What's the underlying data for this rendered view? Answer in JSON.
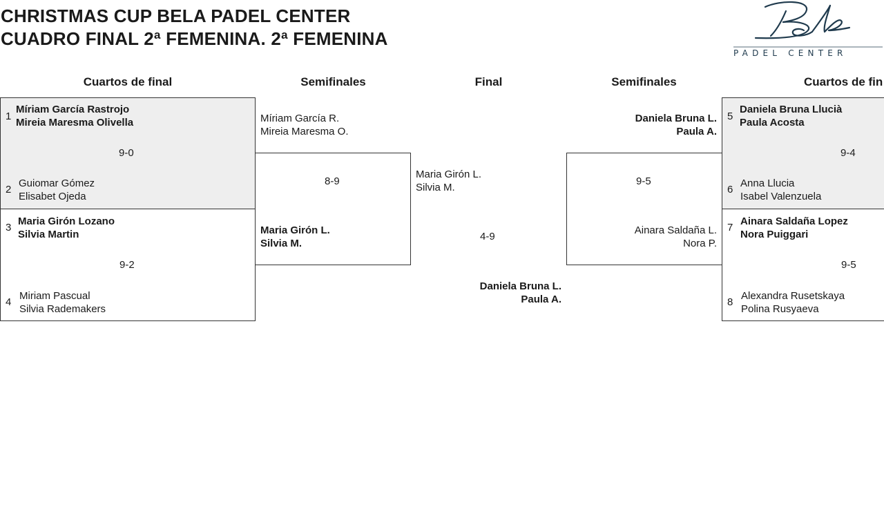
{
  "header": {
    "line1": "CHRISTMAS CUP BELA PADEL CENTER",
    "line2": "CUADRO FINAL 2ª FEMENINA. 2ª FEMENINA",
    "logo_script": "Bela",
    "logo_sub": "PADEL CENTER"
  },
  "columns": {
    "qf_left": "Cuartos de final",
    "sf_left": "Semifinales",
    "final": "Final",
    "sf_right": "Semifinales",
    "qf_right": "Cuartos de fin"
  },
  "quarterfinals": {
    "left_top": {
      "seed_a": "1",
      "team_a_1": "Míriam García Rastrojo",
      "team_a_2": "Mireia Maresma Olivella",
      "score": "9-0",
      "seed_b": "2",
      "team_b_1": "Guiomar Gómez",
      "team_b_2": "Elisabet Ojeda"
    },
    "left_bottom": {
      "seed_a": "3",
      "team_a_1": "Maria Girón Lozano",
      "team_a_2": "Silvia Martin",
      "score": "9-2",
      "seed_b": "4",
      "team_b_1": "Miriam Pascual",
      "team_b_2": "Silvia Rademakers"
    },
    "right_top": {
      "seed_a": "5",
      "team_a_1": "Daniela Bruna Llucià",
      "team_a_2": "Paula Acosta",
      "score": "9-4",
      "seed_b": "6",
      "team_b_1": "Anna Llucia",
      "team_b_2": "Isabel Valenzuela"
    },
    "right_bottom": {
      "seed_a": "7",
      "team_a_1": "Ainara Saldaña Lopez",
      "team_a_2": "Nora Puiggari",
      "score": "9-5",
      "seed_b": "8",
      "team_b_1": "Alexandra Rusetskaya",
      "team_b_2": "Polina Rusyaeva"
    }
  },
  "semifinals": {
    "left": {
      "team_a_1": "Míriam García R.",
      "team_a_2": "Mireia Maresma O.",
      "score": "8-9",
      "team_b_1": "Maria Girón L.",
      "team_b_2": "Silvia M."
    },
    "right": {
      "team_a_1": "Daniela Bruna L.",
      "team_a_2": "Paula A.",
      "score": "9-5",
      "team_b_1": "Ainara Saldaña L.",
      "team_b_2": "Nora P."
    }
  },
  "final": {
    "team_a_1": "Maria Girón L.",
    "team_a_2": "Silvia M.",
    "score": "4-9",
    "team_b_1": "Daniela Bruna L.",
    "team_b_2": "Paula A."
  }
}
